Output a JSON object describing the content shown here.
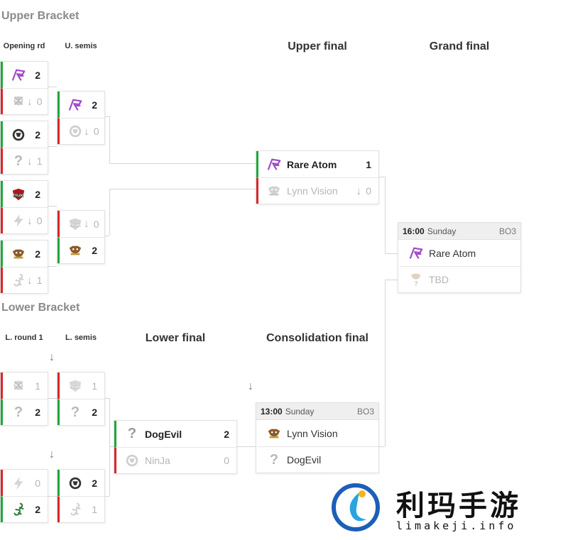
{
  "upper_bracket": {
    "title": "Upper Bracket",
    "col_opening": "Opening rd",
    "col_semis": "U. semis",
    "col_final": "Upper final",
    "col_grand": "Grand final",
    "opening": [
      {
        "t1_score": "2",
        "t2_score": "0"
      },
      {
        "t1_score": "2",
        "t2_score": "1"
      },
      {
        "t1_score": "2",
        "t2_score": "0"
      },
      {
        "t1_score": "2",
        "t2_score": "1"
      }
    ],
    "semis": [
      {
        "t1_score": "2",
        "t2_score": "0"
      },
      {
        "t1_score": "0",
        "t2_score": "2"
      }
    ],
    "final": {
      "t1_name": "Rare Atom",
      "t1_score": "1",
      "t2_name": "Lynn Vision",
      "t2_score": "0"
    }
  },
  "grand_final": {
    "time": "16:00",
    "day": "Sunday",
    "bo": "BO3",
    "t1_name": "Rare Atom",
    "t2_name": "TBD"
  },
  "lower_bracket": {
    "title": "Lower Bracket",
    "col_round1": "L. round 1",
    "col_semis": "L. semis",
    "col_final": "Lower final",
    "col_consolation": "Consolidation final",
    "round1": [
      {
        "t1_score": "1",
        "t2_score": "2"
      },
      {
        "t1_score": "0",
        "t2_score": "2"
      }
    ],
    "semis": [
      {
        "t1_score": "1",
        "t2_score": "2"
      },
      {
        "t1_score": "2",
        "t2_score": "1"
      }
    ],
    "final": {
      "t1_name": "DogEvil",
      "t1_score": "2",
      "t2_name": "NinJa",
      "t2_score": "0"
    },
    "consolation": {
      "time": "13:00",
      "day": "Sunday",
      "bo": "BO3",
      "t1_name": "Lynn Vision",
      "t2_name": "DogEvil"
    }
  },
  "watermark": {
    "cn": "利玛手游",
    "en": "limakeji.info"
  },
  "colors": {
    "win": "#1fa83a",
    "loss": "#d8262a",
    "rare_atom": "#a14bc9"
  }
}
